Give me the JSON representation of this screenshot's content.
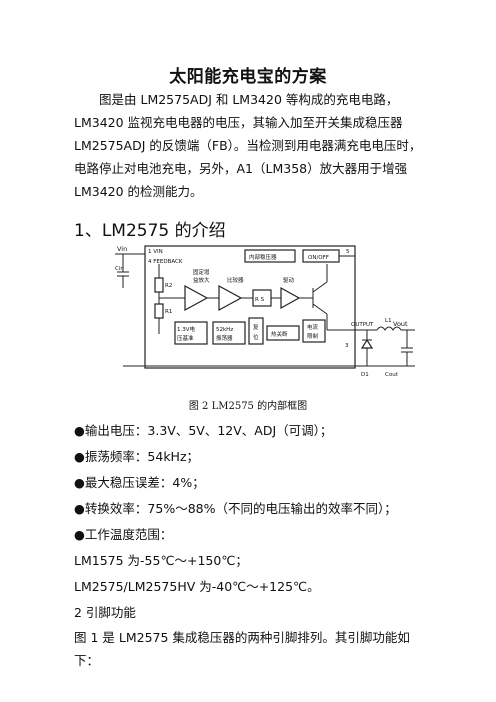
{
  "title": "太阳能充电宝的方案",
  "intro": "图是由 LM2575ADJ 和 LM3420 等构成的充电电路，LM3420 监视充电电器的电压，其输入加至开关集成稳压器LM2575ADJ 的反馈端（FB）。当检测到用电器满充电电压时，电路停止对电池充电，另外，A1（LM358）放大器用于增强LM3420 的检测能力。",
  "section_heading": "1、LM2575 的介绍",
  "figure": {
    "caption": "图 2    LM2575 的内部框图",
    "labels": {
      "vin_pin": "1 VIN",
      "feedback_pin": "4 FEEDBACK",
      "vin_ext": "Vin",
      "cin": "Cin",
      "r2": "R2",
      "r1": "R1",
      "internal_reg": "内部稳压器",
      "on_off": "ON/OFF",
      "pin5": "5",
      "gain_amp_1": "固定增",
      "gain_amp_2": "益放大",
      "comparator": "比较器",
      "driver": "驱动",
      "ref_1": "1.3V电",
      "ref_2": "压基准",
      "osc_1": "52kHz",
      "osc_2": "振荡器",
      "reset_1": "复",
      "reset_2": "位",
      "thermal": "热关断",
      "ilim_1": "电流",
      "ilim_2": "限制",
      "output": "OUTPUT",
      "pin3": "3",
      "l1": "L1",
      "d1": "D1",
      "cout": "Cout",
      "vout": "Vout",
      "ff": "R S"
    }
  },
  "features": [
    "●输出电压：3.3V、5V、12V、ADJ（可调）；",
    "●振荡频率：54kHz；",
    "●最大稳压误差：4%；",
    "●转换效率：75%～88%（不同的电压输出的效率不同）；",
    "●工作温度范围："
  ],
  "temp_lines": [
    "LM1575 为-55℃～+150℃；",
    "LM2575/LM2575HV 为-40℃～+125℃。"
  ],
  "sub_heading": "2  引脚功能",
  "pin_intro": "图 1 是 LM2575 集成稳压器的两种引脚排列。其引脚功能如下："
}
